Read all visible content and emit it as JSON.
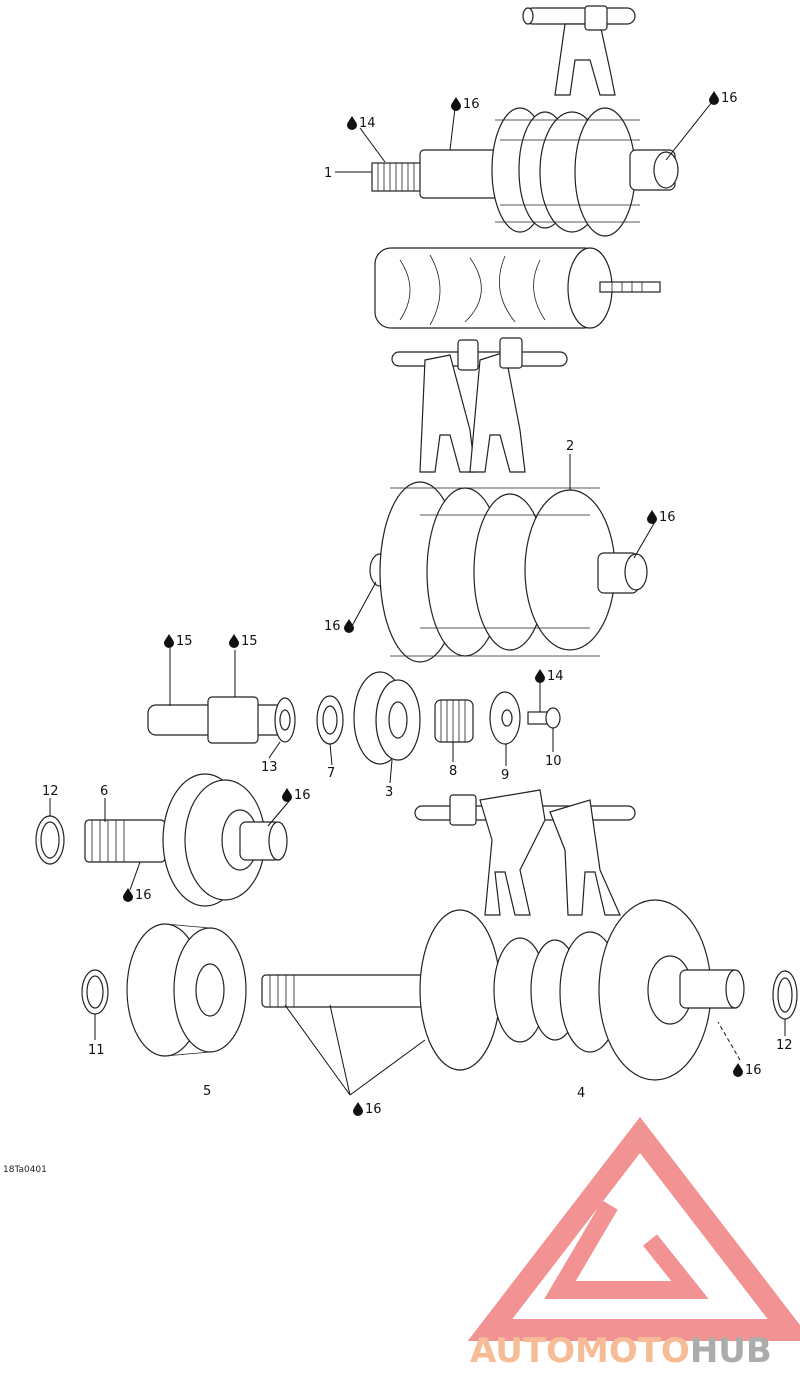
{
  "drawing_code": "18Ta0401",
  "lube_callouts": {
    "l14_top": "14",
    "l16_top_a": "16",
    "l16_top_b": "16",
    "l16_mid_a": "16",
    "l16_mid_b": "16",
    "l15_a": "15",
    "l15_b": "15",
    "l14_mid": "14",
    "l16_left_a": "16",
    "l16_left_b": "16",
    "l16_bottom_a": "16",
    "l16_bottom_b": "16"
  },
  "part_labels": {
    "p1": "1",
    "p2": "2",
    "p3": "3",
    "p4": "4",
    "p5": "5",
    "p6": "6",
    "p7": "7",
    "p8": "8",
    "p9": "9",
    "p10": "10",
    "p11": "11",
    "p12_left": "12",
    "p12_right": "12",
    "p13": "13"
  },
  "watermark": {
    "word_auto": "AUTO",
    "word_moto": "MOTO",
    "word_hub": "HUB",
    "color_auto": "#f4b183",
    "color_moto": "#f4b183",
    "color_hub": "#9e9e9e",
    "color_triangle": "#f08080"
  }
}
